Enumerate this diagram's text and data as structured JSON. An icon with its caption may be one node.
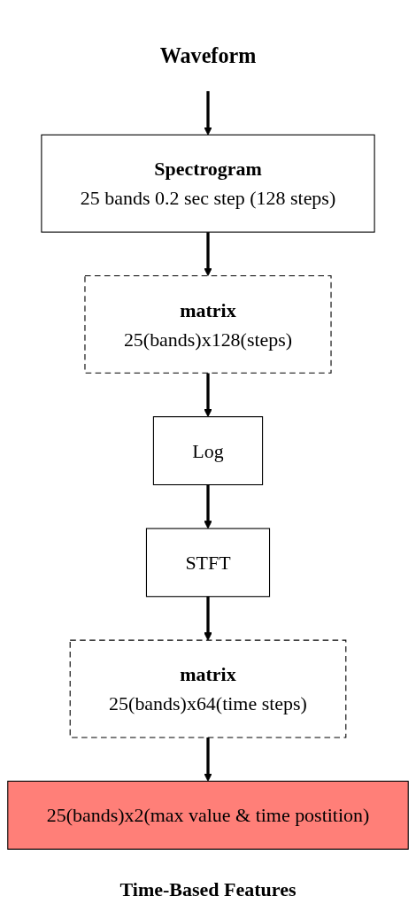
{
  "diagram": {
    "caption": "Time-Based Features",
    "nodes": [
      {
        "text": [
          "Waveform"
        ]
      },
      {
        "text": [
          "Spectrogram",
          "25 bands 0.2 sec step (128 steps)"
        ]
      },
      {
        "text": [
          "matrix",
          "25(bands)x128(steps)"
        ]
      },
      {
        "text": [
          "Log"
        ]
      },
      {
        "text": [
          "STFT"
        ]
      },
      {
        "text": [
          "matrix",
          "25(bands)x64(time steps)"
        ]
      },
      {
        "text": [
          "25(bands)x2(max value & time postition)"
        ]
      }
    ],
    "edges": [
      {
        "from": 0,
        "to": 1,
        "arrow": "to"
      },
      {
        "from": 1,
        "to": 2,
        "arrow": "to"
      },
      {
        "from": 2,
        "to": 3,
        "arrow": "to"
      },
      {
        "from": 3,
        "to": 4,
        "arrow": "to"
      },
      {
        "from": 4,
        "to": 5,
        "arrow": "to"
      },
      {
        "from": 5,
        "to": 6,
        "arrow": "to"
      }
    ]
  }
}
